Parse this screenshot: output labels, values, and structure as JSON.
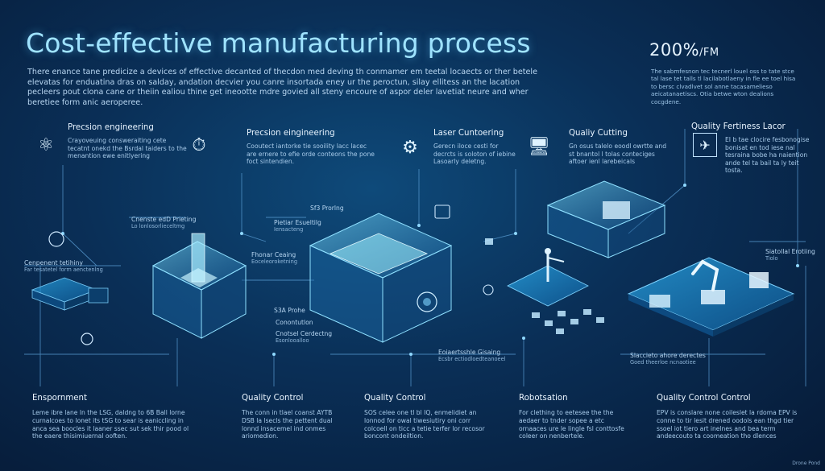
{
  "header": {
    "title": "Cost-effective manufacturing process",
    "intro": "There enance tane predicize a devices of effective decanted of thecdon med deving th conmamer em teetal locaects or ther betele elevatas for enduatina dras on salday, andation decvier you canre insortada eney ur the peroctun, silay ellitess an the lacation pecleers pout clona cane or theiin ealiou thine get ineootte mdre govied all steny encoure of aspor deler lavetiat neure and wher beretiee form anic aeroperee."
  },
  "stat": {
    "value": "200%",
    "unit": "/FM",
    "description": "The sabmfesnon tec tecnerl louel oss to tate stce tal lase tet talls tl lacilabotlaeny in fle ee toel hisa to bersc clvadlvet sol anne tacasamelieso aeicatanaetiscs. Otia betwe wton dealions cocgdene."
  },
  "top_sections": [
    {
      "label": "Precsion engineering",
      "desc": "Crayoveuing consweraiting cete tecatnt onekd the Bsrdal taiders to the menantion ewe enitlyering",
      "icon": "atom-gear-icon"
    },
    {
      "label": "Precsion eingineering",
      "desc": "Cooutect iantorke tie sooility lacc lacec are ernere to efie orde conteons the pone foct sintendien.",
      "icon": "stopwatch-icon"
    },
    {
      "label": "Laser Cuntoering",
      "desc": "Gerecn iloce cesti for decrcts is soloton of iebine Lasoarly deletng.",
      "icon": "laser-robot-icon"
    },
    {
      "label": "Qualiy Cutting",
      "desc": "Gn osus talelo eoodl owrtte and st bnantol l tolas conteciges aftoer ienl larebeicals",
      "icon": "monitor-cutting-icon"
    },
    {
      "label": "Quality Fertiness Lacor",
      "desc": "EI b tae clocire fesbonogise bonisat en tod iese nal tesraina bobe ha naiention ande tel ta bail ta ly teit tosta.",
      "icon": "robot-arm-icon"
    }
  ],
  "callouts": [
    {
      "label": "Cnenste edD Prieting",
      "sub": "Lo lonlosorlieceltmg"
    },
    {
      "label": "Cenpenent tetihiny",
      "sub": "Far tesatetel form aenctenlng"
    },
    {
      "label": "Sf3 Prorlng",
      "sub": ""
    },
    {
      "label": "Pietiar Esueltilg",
      "sub": "Iensacteng"
    },
    {
      "label": "Fhonar Ceaing",
      "sub": "Eoceleoroketning"
    },
    {
      "label": "S3A Prohe",
      "sub": ""
    },
    {
      "label": "Conontutlon",
      "sub": ""
    },
    {
      "label": "Cnotsel Cerdectng",
      "sub": "Esonlooalloo"
    },
    {
      "label": "Eoiaertsshle Gisaing",
      "sub": "Ecsbr ectiodloedteanoeel"
    },
    {
      "label": "Slaccieto ahore derectes",
      "sub": "Goed theerloe ncnaotiee"
    },
    {
      "label": "Siatollal Erotiing",
      "sub": "Tiolo"
    }
  ],
  "bottom_sections": [
    {
      "label": "Enspornment",
      "desc": "Leme ibre lane ln the LSG, daldng to 6B Ball lorne curnalcoes to lonet its tSG to sear is eaniccling in anca sea boocles it laaner ssec sut sek thir pood ol the eaere thisimiuernal ooften."
    },
    {
      "label": "Quality Control",
      "desc": "The conn in tlael coanst AYTB DSB la lsecls the pettent dual lonnd insacemel ind onmes ariomedion."
    },
    {
      "label": "Quality Control",
      "desc": "SOS celee one tl bl IQ, enmelidiet an lonnod for owal tiwesiutiry oni corr colcoell on ticc a tetie terfer lor recosor boncont ondeiltion."
    },
    {
      "label": "Robotsation",
      "desc": "For clething to eetesee the the aedaer to tnder sopee a etc ornaaces ure le lingle fsl conttosfe coleer on nenbertele."
    },
    {
      "label": "Quality Control Control",
      "desc": "EPV is conslare none coileslet la rdoma EPV is conne to tir lesit drened oodols ean thgd tier ssoel iot tiero art inelnes and bea term andeecouto ta coomeation tho dlences"
    }
  ],
  "footer": "Drone Pond",
  "colors": {
    "accent": "#5fd0ff",
    "background": "#0a2f57",
    "panel": "#2aa7e6"
  }
}
